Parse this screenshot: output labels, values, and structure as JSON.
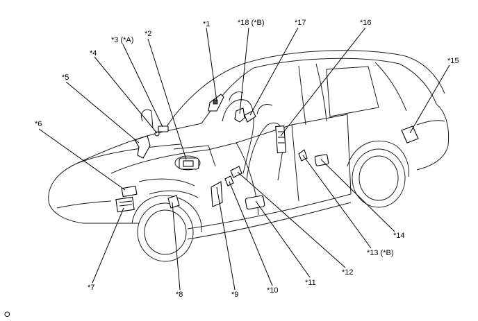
{
  "callouts": [
    {
      "id": "1",
      "text": "*1"
    },
    {
      "id": "2",
      "text": "*2"
    },
    {
      "id": "3",
      "text": "*3 (*A)"
    },
    {
      "id": "4",
      "text": "*4"
    },
    {
      "id": "5",
      "text": "*5"
    },
    {
      "id": "6",
      "text": "*6"
    },
    {
      "id": "7",
      "text": "*7"
    },
    {
      "id": "8",
      "text": "*8"
    },
    {
      "id": "9",
      "text": "*9"
    },
    {
      "id": "10",
      "text": "*10"
    },
    {
      "id": "11",
      "text": "*11"
    },
    {
      "id": "12",
      "text": "*12"
    },
    {
      "id": "13",
      "text": "*13 (*B)"
    },
    {
      "id": "14",
      "text": "*14"
    },
    {
      "id": "15",
      "text": "*15"
    },
    {
      "id": "16",
      "text": "*16"
    },
    {
      "id": "17",
      "text": "*17"
    },
    {
      "id": "18",
      "text": "*18 (*B)"
    }
  ],
  "footer": {
    "code": "O"
  }
}
